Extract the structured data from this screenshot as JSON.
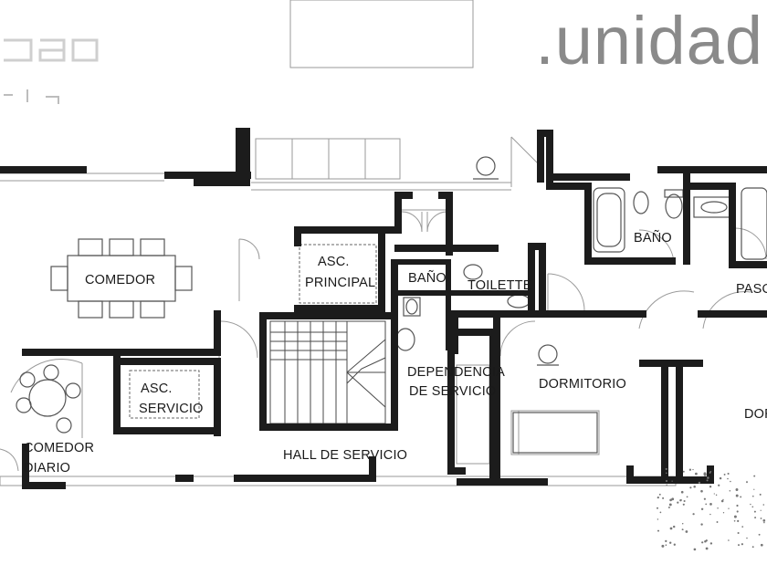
{
  "header": {
    "title": ".unidad"
  },
  "rooms": {
    "comedor": "COMEDOR",
    "asc_principal_1": "ASC.",
    "asc_principal_2": "PRINCIPAL",
    "bano_1": "BAÑO",
    "bano_2": "BAÑO",
    "toilette": "TOILETTE",
    "paso": "PASO",
    "asc_servicio_1": "ASC.",
    "asc_servicio_2": "SERVICIO",
    "dependencia_1": "DEPENDENCIA",
    "dependencia_2": "DE SERVICIO",
    "dormitorio": "DORMITORIO",
    "dormitorio_2": "DOR",
    "comedor_diario_1": "COMEDOR",
    "comedor_diario_2": "DIARIO",
    "hall_servicio": "HALL DE SERVICIO"
  },
  "colors": {
    "wall": "#1c1c1c",
    "thin_line": "#9a9a9a",
    "title": "#8a8a8a"
  }
}
